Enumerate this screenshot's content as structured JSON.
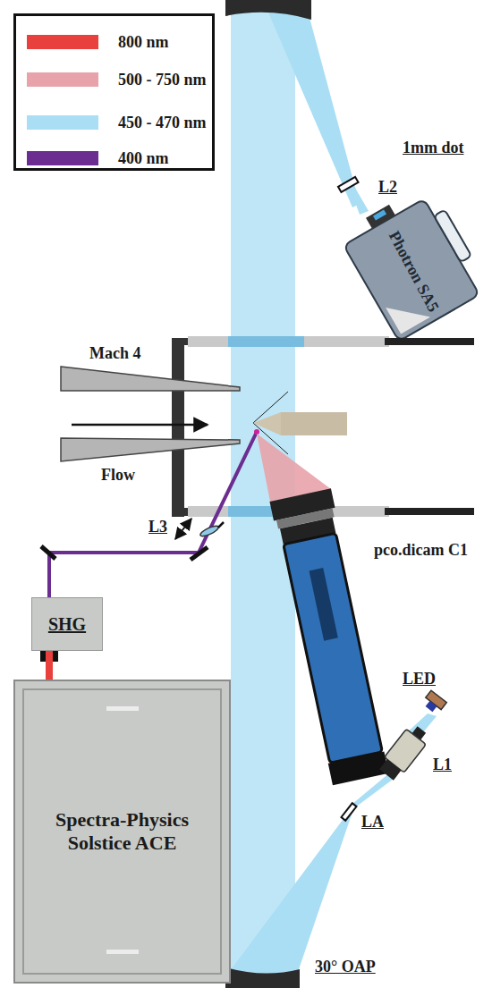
{
  "diagram": {
    "nodes": [
      {
        "text": [
          "SHG"
        ]
      },
      {
        "text": [
          "Spectra-Physics Solstice ACE"
        ]
      }
    ],
    "edges": [
      {
        "from": 1,
        "to": 0,
        "arrow": "none"
      }
    ],
    "labels": [
      "1mm dot",
      "L2",
      "Photron SA5",
      "Mach 4",
      "Flow",
      "L3",
      "pco.dicam C1",
      "LED",
      "L1",
      "LA",
      "30° OAP"
    ],
    "legend": [
      {
        "text": "800 nm",
        "color": "#e8403c"
      },
      {
        "text": "500 - 750 nm",
        "color": "#e8a3aa"
      },
      {
        "text": "450 - 470 nm",
        "color": "#a9def4"
      },
      {
        "text": "400 nm",
        "color": "#6b2d90"
      }
    ]
  }
}
